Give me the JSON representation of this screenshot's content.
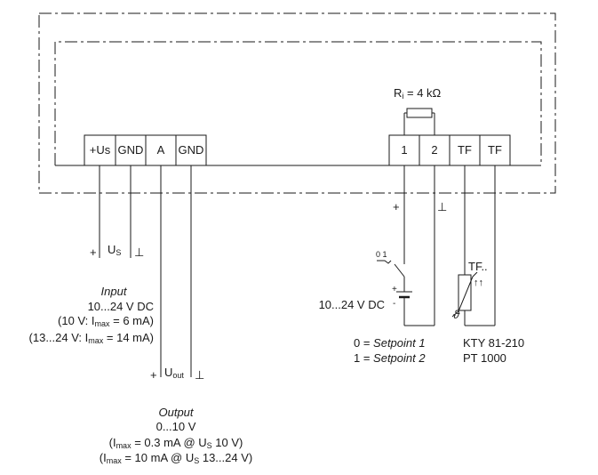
{
  "header": {
    "resistor": "R",
    "resistor_sub": "i",
    "resistor_value": " = 4 kΩ"
  },
  "terminals_left": [
    "+Us",
    "GND",
    "A",
    "GND"
  ],
  "terminals_right": [
    "1",
    "2",
    "TF",
    "TF"
  ],
  "supply": {
    "plus": "+",
    "label": "U",
    "label_sub": "S",
    "gnd": "⊥"
  },
  "input": {
    "title": "Input",
    "line1": "10...24 V DC",
    "line2_pre": "(10 V: I",
    "line2_sub": "max",
    "line2_post": " = 6 mA)",
    "line3_pre": "(13...24 V: I",
    "line3_sub": "max",
    "line3_post": " = 14 mA)"
  },
  "output_signal": {
    "plus": "+",
    "label": "U",
    "label_sub": "out",
    "gnd": "⊥"
  },
  "output": {
    "title": "Output",
    "line1": "0...10 V",
    "line2_pre": "(I",
    "line2_sub": "max",
    "line2_mid": " = 0.3 mA @ U",
    "line2_sub2": "S",
    "line2_post": " 10 V)",
    "line3_pre": "(I",
    "line3_sub": "max",
    "line3_mid": " = 10 mA @ U",
    "line3_sub2": "S",
    "line3_post": " 13...24 V)"
  },
  "right_wiring": {
    "plus": "+",
    "gnd": "⊥",
    "switch_label": "0 1",
    "battery_plus": "+",
    "battery_minus": "-",
    "battery_label": "10...24 V DC",
    "sensor_label": "TF..",
    "sensor_arrows": "↑↑",
    "theta": "ϑ"
  },
  "setpoint": {
    "line1_pre": "0 = ",
    "line1_it": "Setpoint 1",
    "line2_pre": "1 = ",
    "line2_it": "Setpoint 2"
  },
  "sensor_types": {
    "line1": "KTY 81-210",
    "line2": "PT 1000"
  }
}
